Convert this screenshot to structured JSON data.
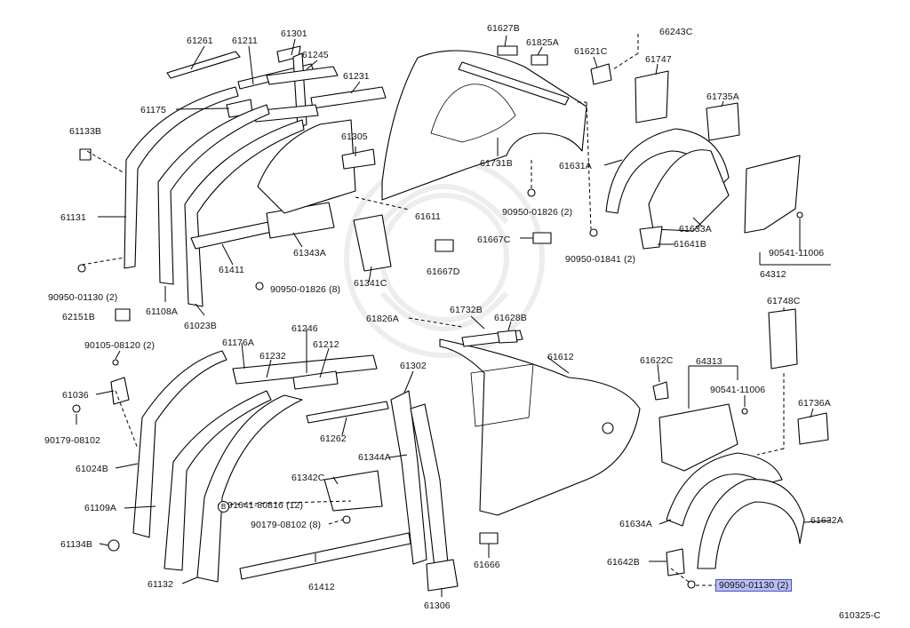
{
  "diagram": {
    "figure_id": "610325-C"
  },
  "labels": {
    "p61261": "61261",
    "p61211": "61211",
    "p61301": "61301",
    "p61245": "61245",
    "p61231": "61231",
    "p61175": "61175",
    "p61133B": "61133B",
    "p61305": "61305",
    "p61131": "61131",
    "p61411": "61411",
    "p61343A": "61343A",
    "p61108A": "61108A",
    "p61023B": "61023B",
    "p62151B": "62151B",
    "p90950_01130_2a": "90950-01130 (2)",
    "p90950_01826_8": "90950-01826 (8)",
    "p61341C": "61341C",
    "p61627B": "61627B",
    "p61825A": "61825A",
    "p61621C": "61621C",
    "p66243C": "66243C",
    "p61747": "61747",
    "p61735A": "61735A",
    "p61731B": "61731B",
    "p61631A": "61631A",
    "p61611": "61611",
    "p90950_01826_2": "90950-01826 (2)",
    "p61667C": "61667C",
    "p61667D": "61667D",
    "p90950_01841_2": "90950-01841 (2)",
    "p61633A": "61633A",
    "p61641B": "61641B",
    "p90541_11006a": "90541-11006",
    "p64312": "64312",
    "p90105_08120_2": "90105-08120 (2)",
    "p61176A": "61176A",
    "p61246": "61246",
    "p61232": "61232",
    "p61212": "61212",
    "p61302": "61302",
    "p61036": "61036",
    "p90179_08102": "90179-08102",
    "p61024B": "61024B",
    "p61262": "61262",
    "p61109A": "61109A",
    "p61342C": "61342C",
    "p61344A": "61344A",
    "p91641_80816_12": "91641-80816 (12)",
    "p90179_08102_8": "90179-08102 (8)",
    "p61134B": "61134B",
    "p61132": "61132",
    "p61412": "61412",
    "p61306": "61306",
    "p61666": "61666",
    "p61826A": "61826A",
    "p61732B": "61732B",
    "p61628B": "61628B",
    "p61612": "61612",
    "p61622C": "61622C",
    "p64313": "64313",
    "p90541_11006b": "90541-11006",
    "p61748C": "61748C",
    "p61736A": "61736A",
    "p61634A": "61634A",
    "p61632A": "61632A",
    "p61642B": "61642B",
    "p90950_01130_2b": "90950-01130 (2)"
  },
  "colors": {
    "highlight_fill": "#b9bdf0",
    "highlight_border": "#4a50c8",
    "line": "#000000",
    "watermark": "#ededed"
  },
  "icons": {
    "marker_b": "B",
    "marker_circle": "circle-marker-icon"
  }
}
